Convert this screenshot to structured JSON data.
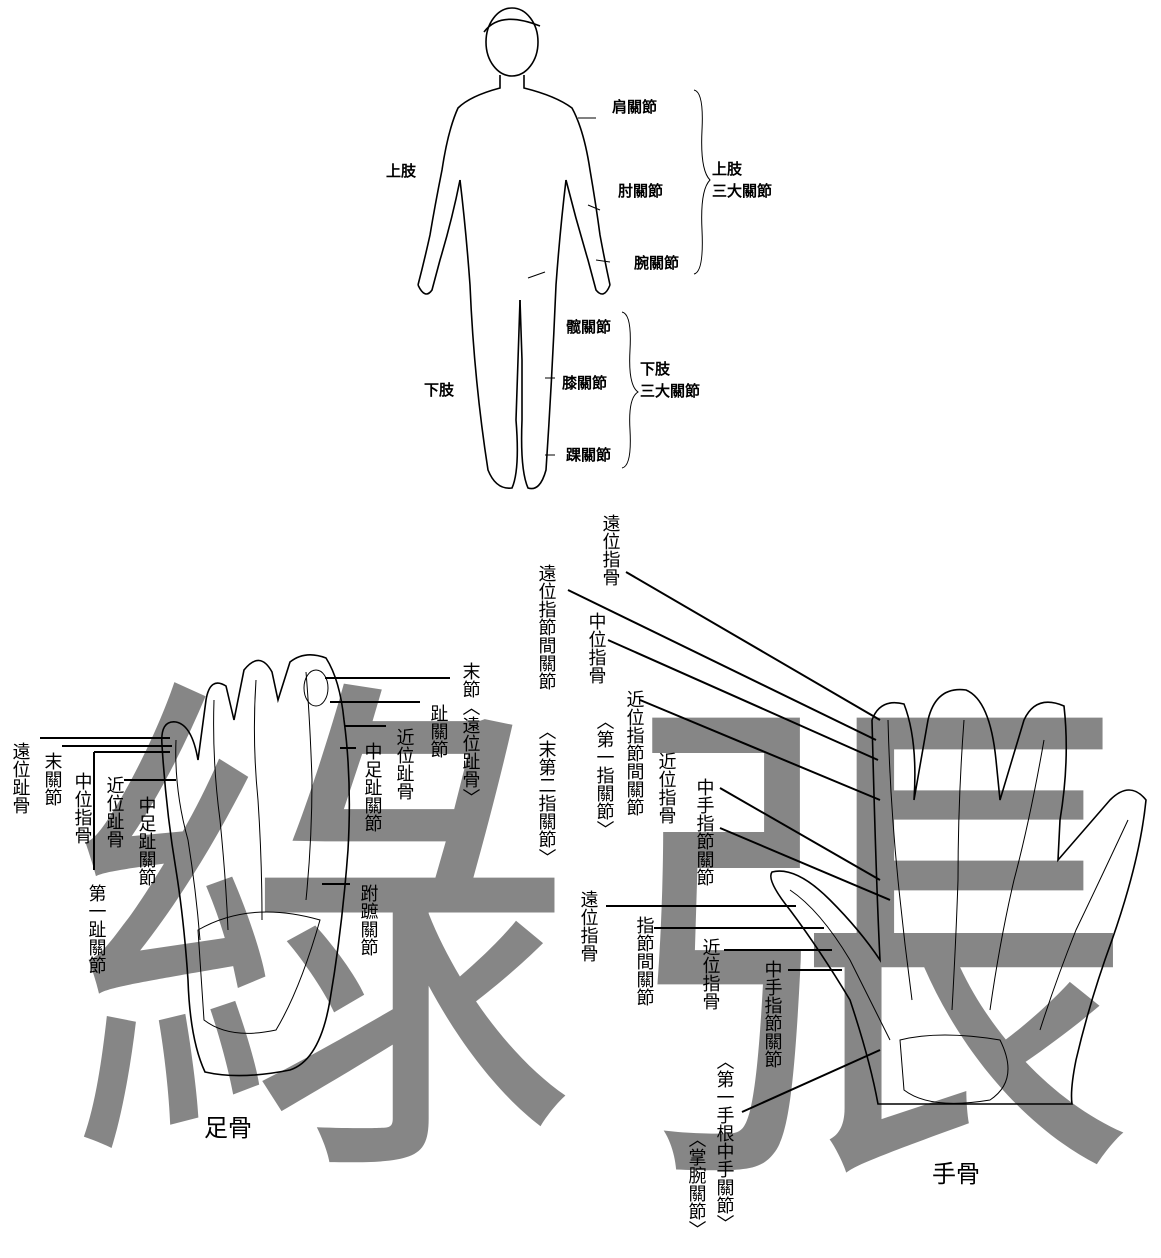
{
  "body_figure": {
    "limbs": {
      "upper": "上肢",
      "lower": "下肢"
    },
    "upper_joints": [
      "肩關節",
      "肘關節",
      "腕關節"
    ],
    "lower_joints": [
      "髋關節",
      "膝關節",
      "踝關節"
    ],
    "upper_group": [
      "上肢",
      "三大關節"
    ],
    "lower_group": [
      "下肢",
      "三大關節"
    ]
  },
  "watermark": {
    "foot": "綠",
    "hand": "張",
    "color": "#7a7a7a"
  },
  "foot": {
    "caption": "足骨",
    "labels": [
      "遠位趾骨",
      "末關節",
      "中位指骨",
      "近位趾骨",
      "中足趾關節",
      "第一趾關節",
      "末節︿遠位趾骨﹀",
      "趾關節",
      "近位趾骨",
      "中足趾關節",
      "跗蹠關節"
    ]
  },
  "hand": {
    "caption": "手骨",
    "labels": [
      "遠位指骨",
      "遠位指節間關節",
      "︿末第二指關節﹀",
      "中位指骨",
      "近位指節間關節",
      "︿第一指關節﹀",
      "近位指骨",
      "中手指節關節",
      "遠位指骨",
      "指節間關節",
      "近位指骨",
      "中手指節關節",
      "︿第一手根中手關節﹀",
      "︿掌腕關節﹀"
    ]
  }
}
